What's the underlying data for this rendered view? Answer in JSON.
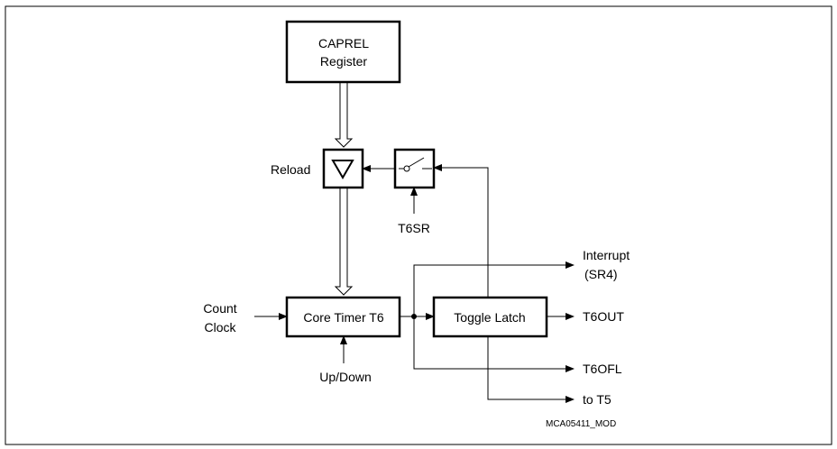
{
  "blocks": {
    "caprel": {
      "line1": "CAPREL",
      "line2": "Register"
    },
    "core_timer": "Core Timer T6",
    "toggle_latch": "Toggle Latch"
  },
  "labels": {
    "reload": "Reload",
    "t6sr": "T6SR",
    "count_line1": "Count",
    "count_line2": "Clock",
    "updown": "Up/Down",
    "interrupt_line1": "Interrupt",
    "interrupt_line2": "(SR4)",
    "t6out": "T6OUT",
    "t6ofl": "T6OFL",
    "to_t5": "to T5"
  },
  "figure_id": "MCA05411_MOD"
}
